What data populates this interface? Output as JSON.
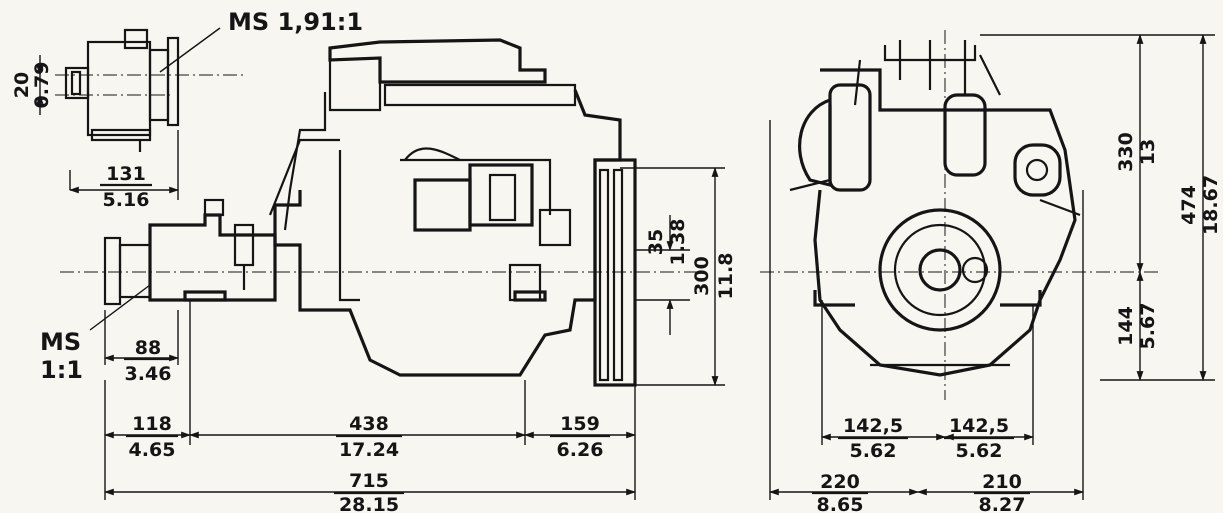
{
  "labels": {
    "ms_reduction": "MS 1,91:1",
    "ms_direct_line1": "MS",
    "ms_direct_line2": "1:1"
  },
  "dimensions": {
    "offset_20": {
      "mm": "20",
      "in": "0.79"
    },
    "gearbox_131": {
      "mm": "131",
      "in": "5.16"
    },
    "flange_88": {
      "mm": "88",
      "in": "3.46"
    },
    "rear_118": {
      "mm": "118",
      "in": "4.65"
    },
    "block_438": {
      "mm": "438",
      "in": "17.24"
    },
    "front_159": {
      "mm": "159",
      "in": "6.26"
    },
    "total_715": {
      "mm": "715",
      "in": "28.15"
    },
    "pulley_35": {
      "mm": "35",
      "in": "1.38"
    },
    "height_300": {
      "mm": "300",
      "in": "11.8"
    },
    "upper_330": {
      "mm": "330",
      "in": "13"
    },
    "lower_144": {
      "mm": "144",
      "in": "5.67"
    },
    "total_474": {
      "mm": "474",
      "in": "18.67"
    },
    "half_left_142": {
      "mm": "142,5",
      "in": "5.62"
    },
    "half_right_142": {
      "mm": "142,5",
      "in": "5.62"
    },
    "width_220": {
      "mm": "220",
      "in": "8.65"
    },
    "width_210": {
      "mm": "210",
      "in": "8.27"
    }
  },
  "colors": {
    "ink": "#151515",
    "paper": "#f7f6f1"
  }
}
